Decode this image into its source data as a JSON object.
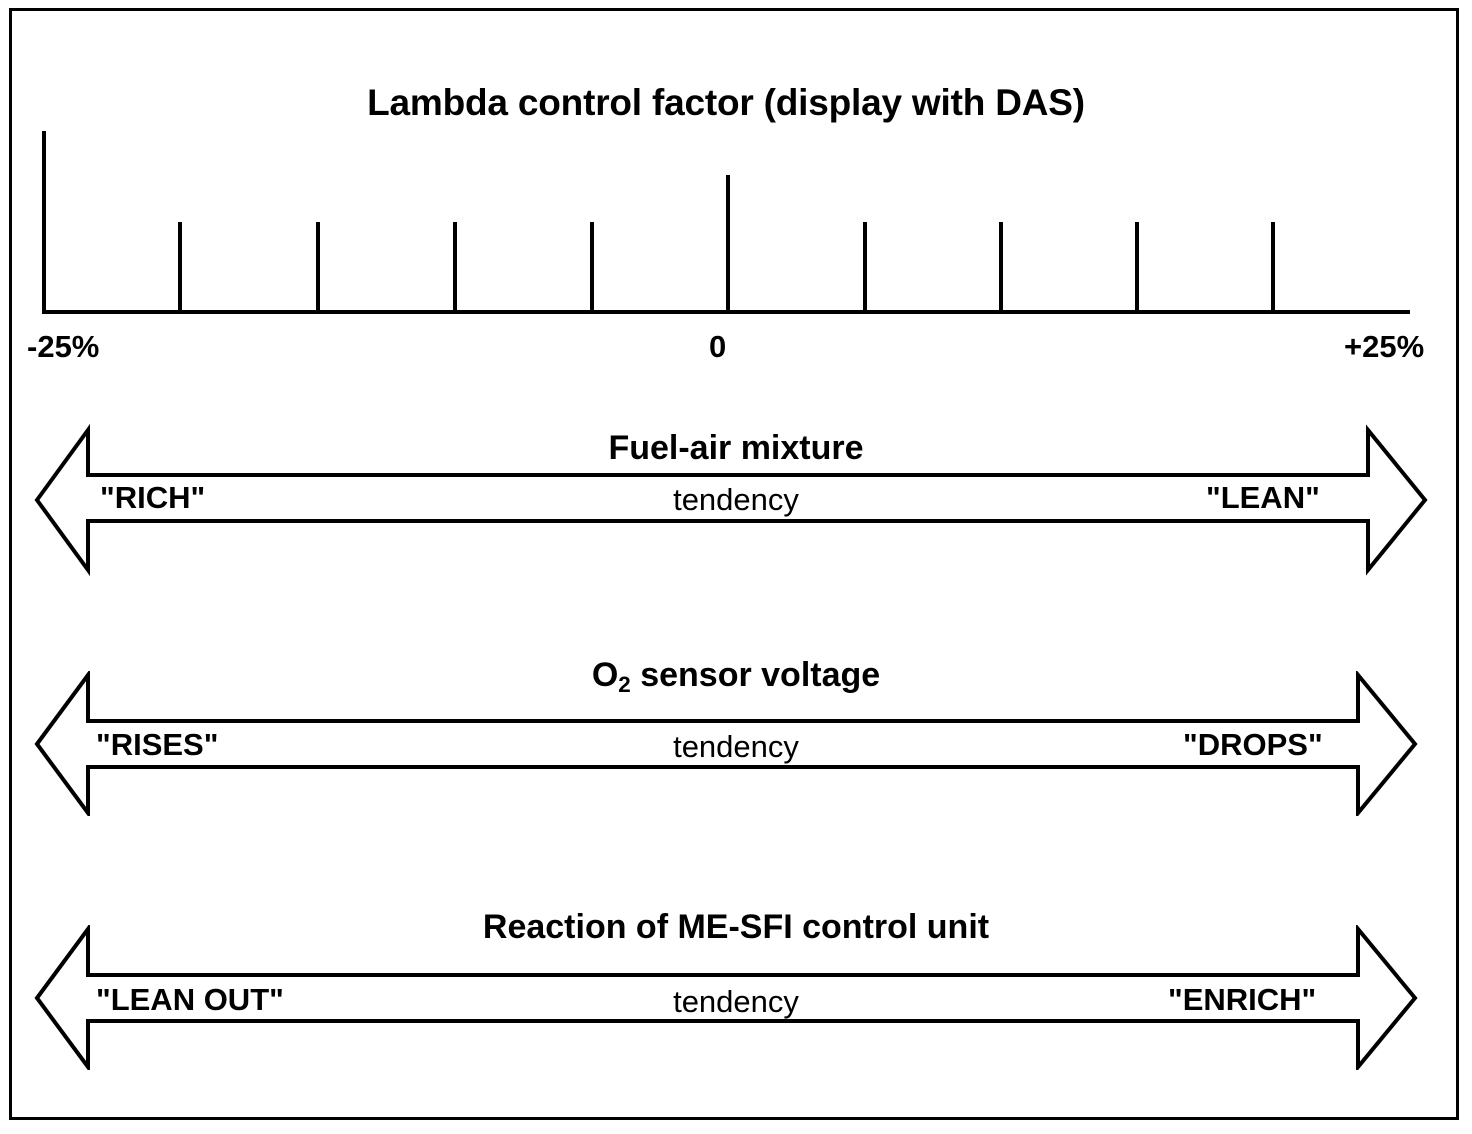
{
  "figure": {
    "type": "technical-diagram",
    "background_color": "#FFFFFF",
    "line_color": "#000000",
    "border": "black rectangle frame"
  },
  "scale": {
    "title": "Lambda control factor (display with DAS)",
    "axis": {
      "min_label": "-25%",
      "zero_label": "0",
      "max_label": "+25%",
      "tick_count": 10,
      "major_ticks": [
        "-25%",
        "0"
      ]
    }
  },
  "bands": [
    {
      "title": "Fuel-air mixture",
      "title_prefix": "Fuel-air mixture",
      "subscript": "",
      "left_label": "\"RICH\"",
      "center_label": "tendency",
      "right_label": "\"LEAN\""
    },
    {
      "title": "O2 sensor voltage",
      "title_prefix": "O",
      "subscript": "2",
      "title_suffix": " sensor voltage",
      "left_label": "\"RISES\"",
      "center_label": "tendency",
      "right_label": "\"DROPS\""
    },
    {
      "title": "Reaction of ME-SFI control unit",
      "title_prefix": "Reaction of ME-SFI control unit",
      "subscript": "",
      "left_label": "\"LEAN OUT\"",
      "center_label": "tendency",
      "right_label": "\"ENRICH\""
    }
  ]
}
